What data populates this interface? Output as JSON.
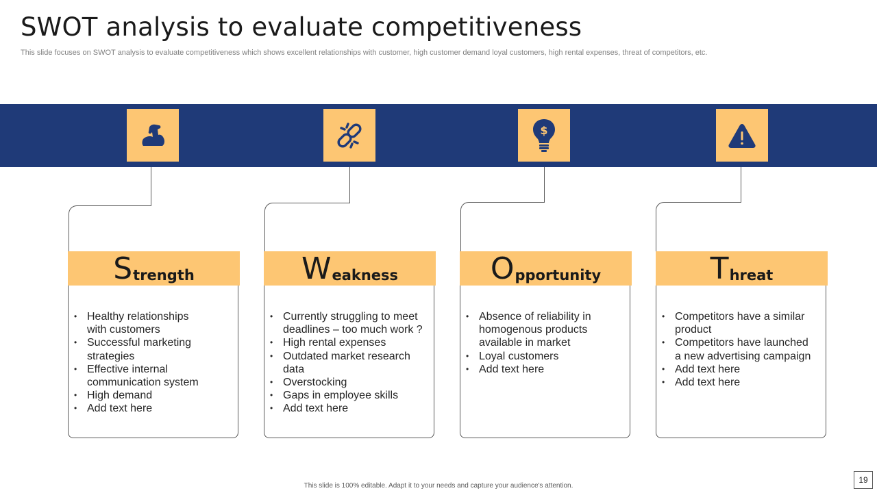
{
  "title": "SWOT analysis to evaluate competitiveness",
  "subtitle": "This slide focuses on SWOT analysis to evaluate competitiveness which shows excellent relationships with customer, high customer demand loyal customers, high rental expenses, threat of competitors, etc.",
  "colors": {
    "band": "#1f3a78",
    "accent": "#fdc673",
    "icon": "#1f3a78"
  },
  "cards": [
    {
      "icon": "flexed-arm-icon",
      "cap": "S",
      "rest": "trength",
      "points": [
        "Healthy relationships with customers",
        "Successful marketing strategies",
        "Effective internal communication system",
        "High demand",
        "Add text here"
      ]
    },
    {
      "icon": "broken-link-icon",
      "cap": "W",
      "rest": "eakness",
      "points": [
        "Currently struggling to meet deadlines – too much work ?",
        "High rental expenses",
        "Outdated market research data",
        "Overstocking",
        "Gaps in employee skills",
        "Add text here"
      ]
    },
    {
      "icon": "lightbulb-dollar-icon",
      "cap": "O",
      "rest": "pportunity",
      "points": [
        "Absence of reliability in homogenous products available in market",
        "Loyal customers",
        "Add text here"
      ]
    },
    {
      "icon": "warning-triangle-icon",
      "cap": "T",
      "rest": "hreat",
      "points": [
        "Competitors have a similar product",
        "Competitors have launched a new advertising campaign",
        "Add text here",
        "Add text here"
      ]
    }
  ],
  "footer": "This slide is 100% editable. Adapt it to your needs and capture your audience's attention.",
  "page_number": "19"
}
